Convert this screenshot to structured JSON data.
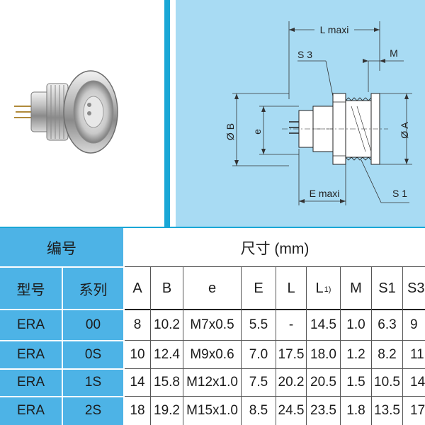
{
  "drawing": {
    "l_maxi": "L maxi",
    "m": "M",
    "s3": "S 3",
    "e_maxi": "E maxi",
    "s1": "S 1",
    "dia_b": "Ø B",
    "e_small": "e",
    "dia_a": "Ø A"
  },
  "table": {
    "group_left": "编号",
    "group_right": "尺寸 (mm)",
    "col_model": "型号",
    "col_series": "系列",
    "dim_headers": [
      "A",
      "B",
      "e",
      "E",
      "L",
      "L",
      "M",
      "S1",
      "S3"
    ],
    "l_footnote": "1)",
    "rows": [
      {
        "model": "ERA",
        "series": "00",
        "dims": [
          "8",
          "10.2",
          "M7x0.5",
          "5.5",
          "-",
          "14.5",
          "1.0",
          "6.3",
          "9"
        ]
      },
      {
        "model": "ERA",
        "series": "0S",
        "dims": [
          "10",
          "12.4",
          "M9x0.6",
          "7.0",
          "17.5",
          "18.0",
          "1.2",
          "8.2",
          "11"
        ]
      },
      {
        "model": "ERA",
        "series": "1S",
        "dims": [
          "14",
          "15.8",
          "M12x1.0",
          "7.5",
          "20.2",
          "20.5",
          "1.5",
          "10.5",
          "14"
        ]
      },
      {
        "model": "ERA",
        "series": "2S",
        "dims": [
          "18",
          "19.2",
          "M15x1.0",
          "8.5",
          "24.5",
          "23.5",
          "1.8",
          "13.5",
          "17"
        ]
      }
    ]
  }
}
